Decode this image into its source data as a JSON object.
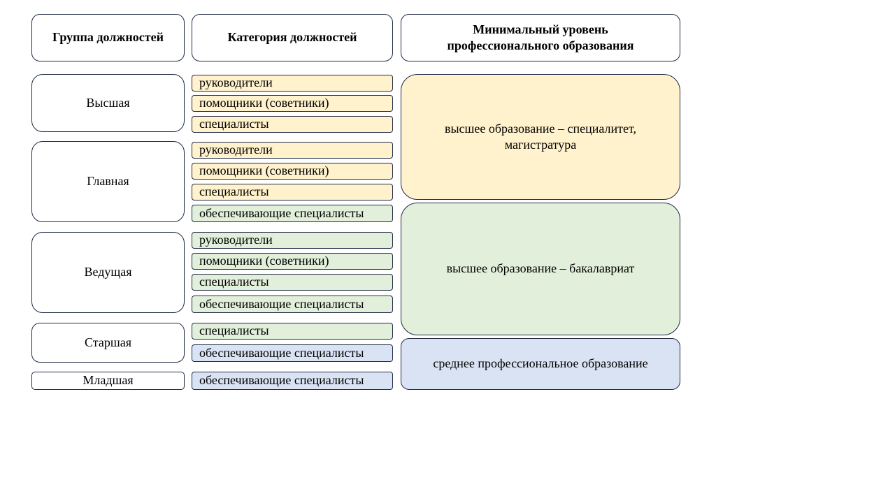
{
  "headers": {
    "group": "Группа должностей",
    "category": "Категория должностей",
    "education": "Минимальный уровень профессионального образования"
  },
  "groups": [
    "Высшая",
    "Главная",
    "Ведущая",
    "Старшая",
    "Младшая"
  ],
  "categories": [
    "руководители",
    "помощники (советники)",
    "специалисты",
    "руководители",
    "помощники (советники)",
    "специалисты",
    "обеспечивающие специалисты",
    "руководители",
    "помощники (советники)",
    "специалисты",
    "обеспечивающие специалисты",
    "специалисты",
    "обеспечивающие специалисты",
    "обеспечивающие специалисты"
  ],
  "education": [
    "высшее образование – специалитет, магистратура",
    "высшее образование – бакалавриат",
    "среднее профессиональное образование"
  ],
  "colors": {
    "yellow": "#fff2cc",
    "green": "#e2efda",
    "blue": "#dae3f3",
    "border": "#1f2a44"
  }
}
